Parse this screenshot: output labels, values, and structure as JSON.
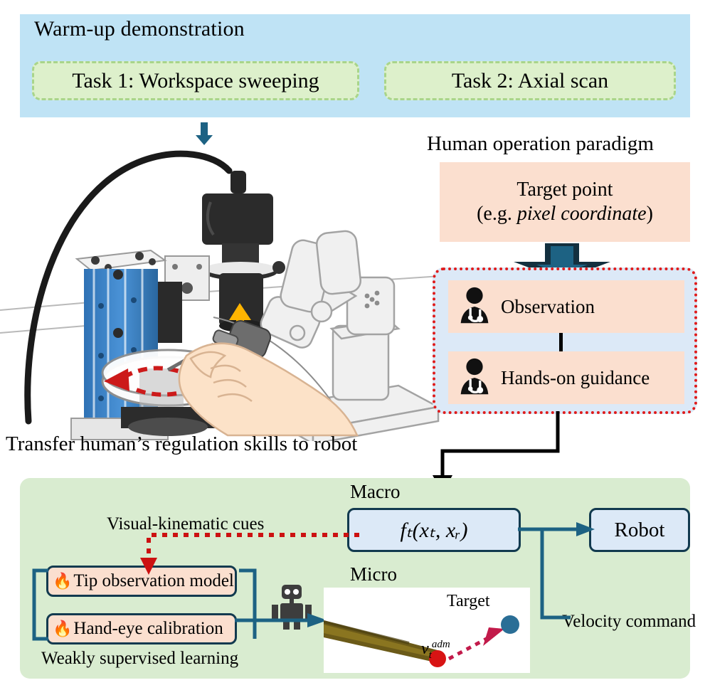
{
  "warmup": {
    "title": "Warm-up demonstration",
    "tasks": [
      {
        "label": "Task 1: Workspace sweeping"
      },
      {
        "label": "Task 2: Axial scan"
      }
    ],
    "banner_color": "#bfe3f5",
    "task_box_color": "#ddf0cb",
    "task_border_color": "#a9d58a"
  },
  "flow_arrow_color": "#1d6283",
  "human_paradigm": {
    "title": "Human operation paradigm",
    "target_point": {
      "line1": "Target point",
      "line2_prefix": "(e.g. ",
      "line2_italic": "pixel coordinate",
      "line2_suffix": ")"
    },
    "roles": [
      {
        "label": "Observation",
        "icon": "doctor-icon"
      },
      {
        "label": "Hands-on guidance",
        "icon": "doctor-icon"
      }
    ],
    "box_color": "#fbdfcf",
    "panel_color": "#dce9f7",
    "panel_border_color": "#e01b1b"
  },
  "transfer_caption": "Transfer human’s regulation skills to robot",
  "framework": {
    "panel_color": "#d9ecd0",
    "macro_label": "Macro",
    "micro_label": "Micro",
    "macro_function": "fₜ(xₜ, xᵣ)",
    "robot_label": "Robot",
    "models": [
      {
        "label": "Tip observation model",
        "icon": "flame-icon"
      },
      {
        "label": "Hand-eye calibration",
        "icon": "flame-icon"
      }
    ],
    "weak_supervision_label": "Weakly supervised learning",
    "velocity_command_label": "Velocity command",
    "visual_cues_label": "Visual-kinematic cues",
    "robot_glyph": "robot-icon",
    "accent_color": "#1d6283",
    "cue_color": "#cc1111"
  },
  "micro_inset": {
    "target_label": "Target",
    "velocity_symbol": "v",
    "velocity_sub": "t",
    "velocity_sup": "adm",
    "tip_marker_color": "#d81414",
    "target_marker_color": "#2a6e96",
    "arrow_color": "#c21a4a"
  },
  "illustration": {
    "name": "robot-microscope-workbench-illustration",
    "elements": [
      "usb-microscope-camera",
      "linear-rail-stage",
      "petri-dish",
      "robot-arm",
      "human-hand-with-probe",
      "vertical-motion-arrow",
      "sweep-motion-arrows"
    ],
    "motion_arrow_color": "#ffb400",
    "sweep_arrow_color": "#cc1a1a"
  }
}
